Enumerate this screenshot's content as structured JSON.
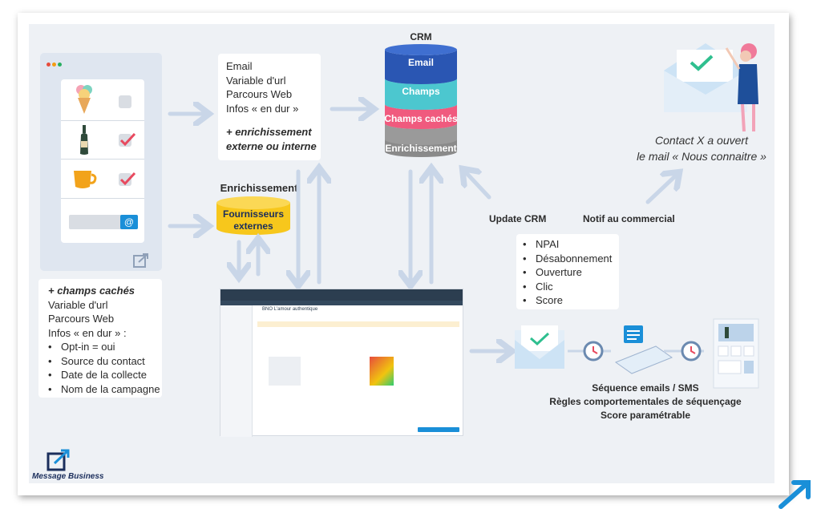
{
  "left_form": {
    "extra_fields_title": "+ champs cachés",
    "extra_fields": [
      "Variable d'url",
      "Parcours Web",
      "Infos « en dur » :"
    ],
    "bullets": [
      "Opt-in = oui",
      "Source du contact",
      "Date de la collecte",
      "Nom de la campagne"
    ],
    "email_field_icon": "at-sign-icon"
  },
  "data_sources": {
    "items": [
      "Email",
      "Variable d'url",
      "Parcours Web",
      "Infos « en dur »"
    ],
    "enrichment_line1": "+ enrichissement",
    "enrichment_line2": "externe ou interne"
  },
  "enrichment": {
    "title": "Enrichissement",
    "provider_line1": "Fournisseurs",
    "provider_line2": "externes"
  },
  "crm": {
    "title": "CRM",
    "layers": [
      "Email",
      "Champs",
      "Champs cachés",
      "Enrichissement"
    ]
  },
  "update_crm": {
    "title": "Update CRM",
    "notif": "Notif au commercial",
    "bullets": [
      "NPAI",
      "Désabonnement",
      "Ouverture",
      "Clic",
      "Score"
    ]
  },
  "contact_open": {
    "line1": "Contact X a ouvert",
    "line2": "le mail « Nous connaitre »"
  },
  "sequence": {
    "line1": "Séquence emails / SMS",
    "line2": "Règles comportementales de séquençage",
    "line3": "Score paramétrable"
  },
  "screenshot": {
    "title": "BNO L'amour authentique"
  },
  "logo": {
    "name": "Message Business"
  },
  "colors": {
    "email_layer": "#2a56b3",
    "champs_layer": "#4cc7cf",
    "champs_caches_layer": "#f05a7e",
    "enrichissement_layer": "#9a9a9a",
    "providers": "#f7c71c",
    "arrow": "#c9d6e8",
    "accent": "#1a8fd8"
  }
}
